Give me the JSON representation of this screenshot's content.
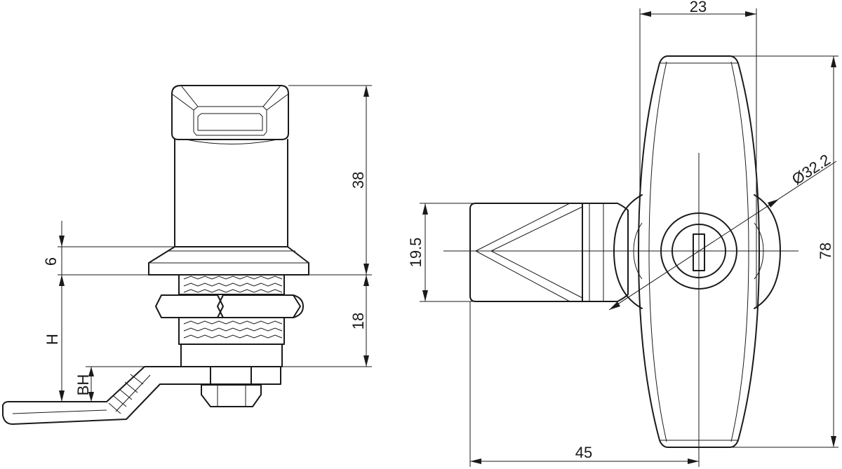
{
  "dimensions": {
    "side_view": {
      "overall_height": "38",
      "flange_thickness": "6",
      "thread_length": "18",
      "h": "H",
      "bh": "BH"
    },
    "front_view": {
      "width_top": "23",
      "cam_height": "19.5",
      "diameter": "Ø32.2",
      "total_height": "78",
      "total_width": "45"
    }
  }
}
